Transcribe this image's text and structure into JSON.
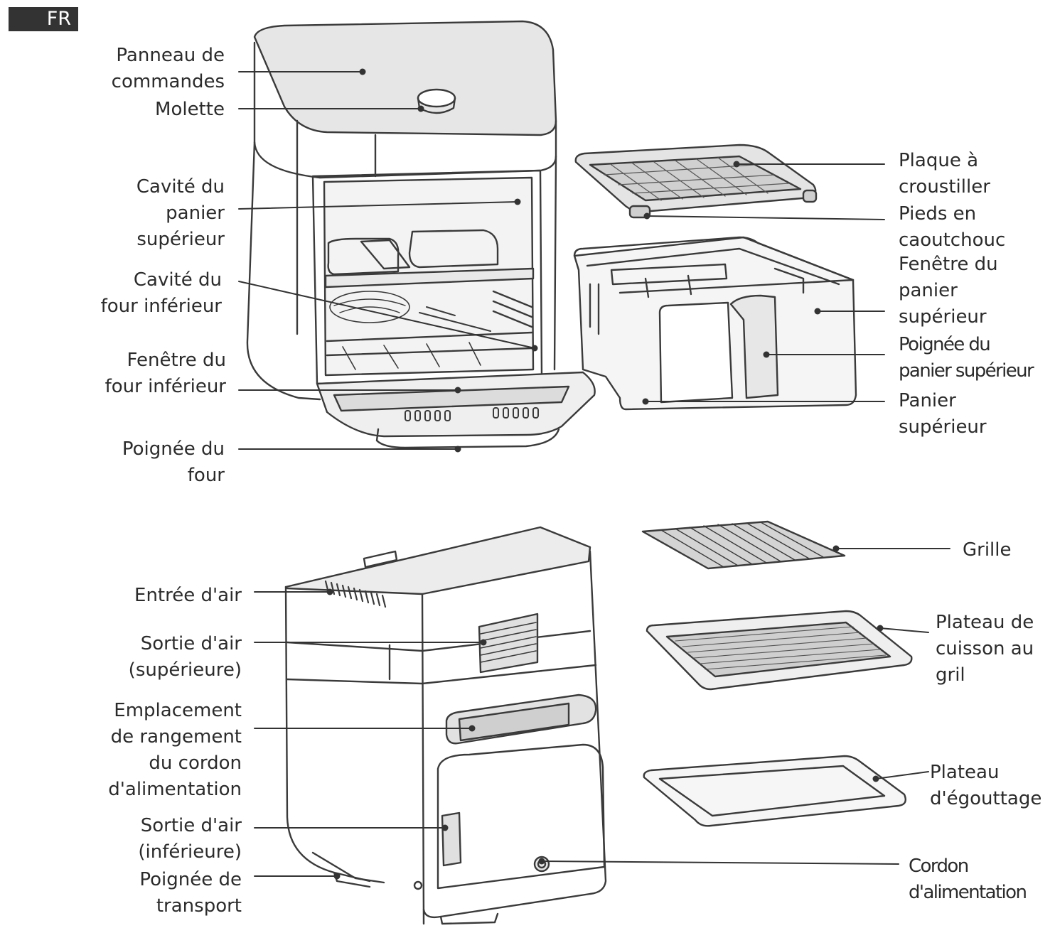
{
  "language_badge": "FR",
  "labels": {
    "control_panel": "Panneau de\ncommandes",
    "dial": "Molette",
    "upper_basket_cavity": "Cavité du\npanier\nsupérieur",
    "lower_oven_cavity": "Cavité du\nfour inférieur",
    "lower_oven_window": "Fenêtre du\nfour inférieur",
    "oven_handle": "Poignée du\nfour",
    "crisper_plate": "Plaque à\ncroustiller",
    "rubber_feet": "Pieds en\ncaoutchouc",
    "upper_basket_window": "Fenêtre du\npanier\nsupérieur",
    "upper_basket_handle": "Poignée du\npanier supérieur",
    "upper_basket": "Panier\nsupérieur",
    "air_inlet": "Entrée d'air",
    "air_outlet_upper": "Sortie d'air\n(supérieure)",
    "cord_storage": "Emplacement\nde rangement\ndu cordon\nd'alimentation",
    "air_outlet_lower": "Sortie d'air\n(inférieure)",
    "carry_handle": "Poignée de\ntransport",
    "rack": "Grille",
    "broil_tray": "Plateau de\ncuisson au\ngril",
    "drip_tray": "Plateau\nd'égouttage",
    "power_cord": "Cordon\nd'alimentation"
  }
}
